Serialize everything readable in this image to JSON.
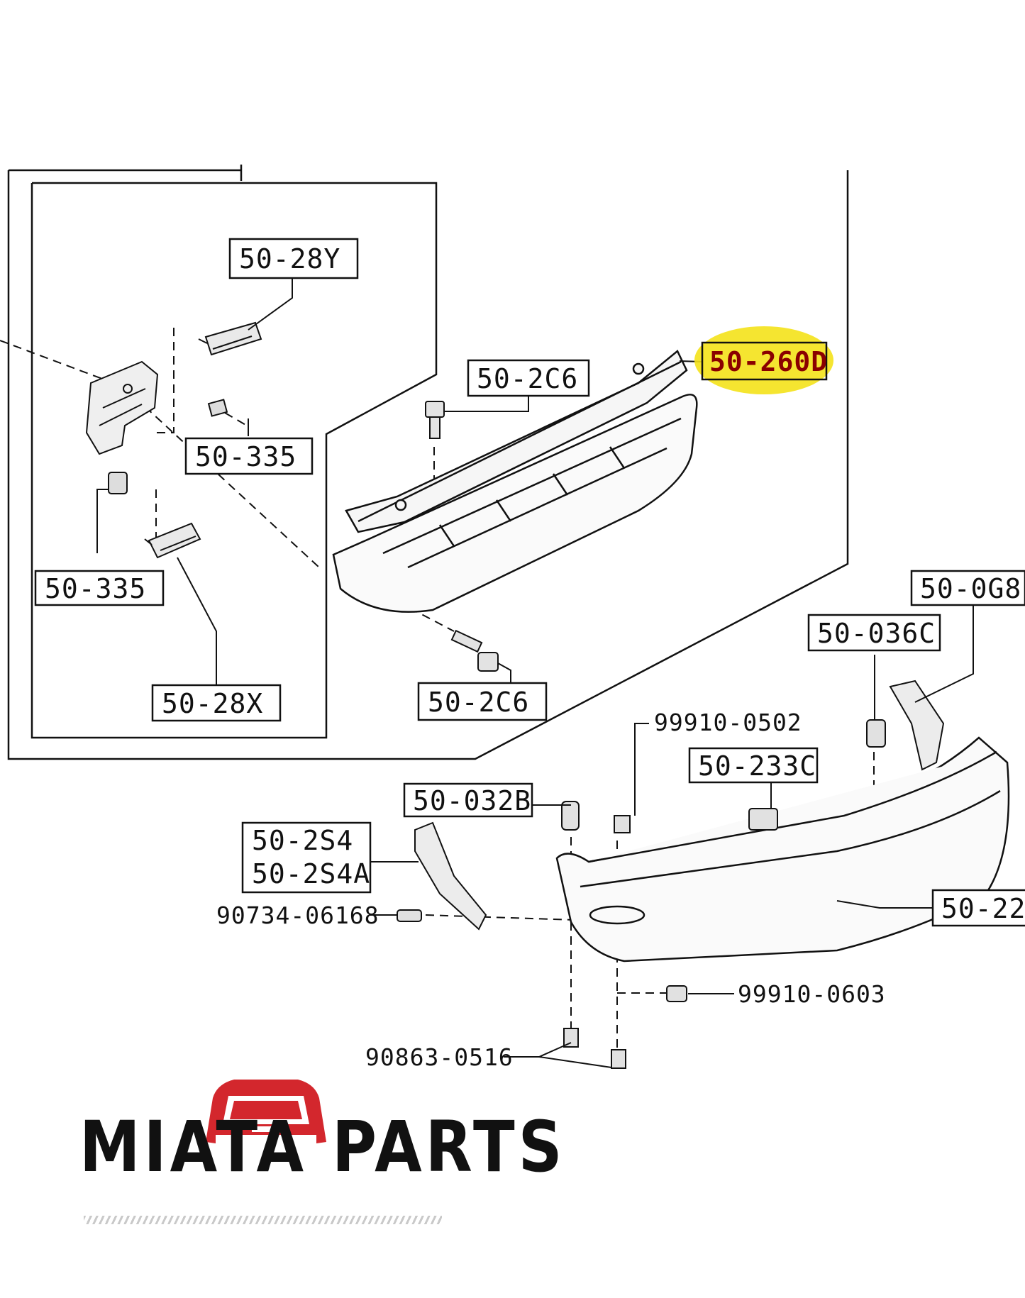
{
  "diagram": {
    "labels": {
      "p_50_28Y": "50-28Y",
      "p_50_2C6_top": "50-2C6",
      "p_50_260D": "50-260D",
      "p_50_335_upper": "50-335",
      "p_50_335_lower": "50-335",
      "p_50_28X": "50-28X",
      "p_50_2C6_bottom": "50-2C6",
      "p_50_0G8": "50-0G8",
      "p_50_036C": "50-036C",
      "p_99910_0502": "99910-0502",
      "p_50_233C": "50-233C",
      "p_50_032B": "50-032B",
      "p_50_2S4": "50-2S4",
      "p_50_2S4A": "50-2S4A",
      "p_90734_06168": "90734-06168",
      "p_50_22x": "50-22",
      "p_99910_0603": "99910-0603",
      "p_90863_0516": "90863-0516"
    },
    "highlighted_part": "50-260D",
    "highlight_color": "#f4e21a",
    "line_color": "#111111"
  },
  "brand": {
    "name": "MIATA PARTS",
    "logo_icon": "red-car-icon",
    "logo_color": "#d3272d"
  }
}
